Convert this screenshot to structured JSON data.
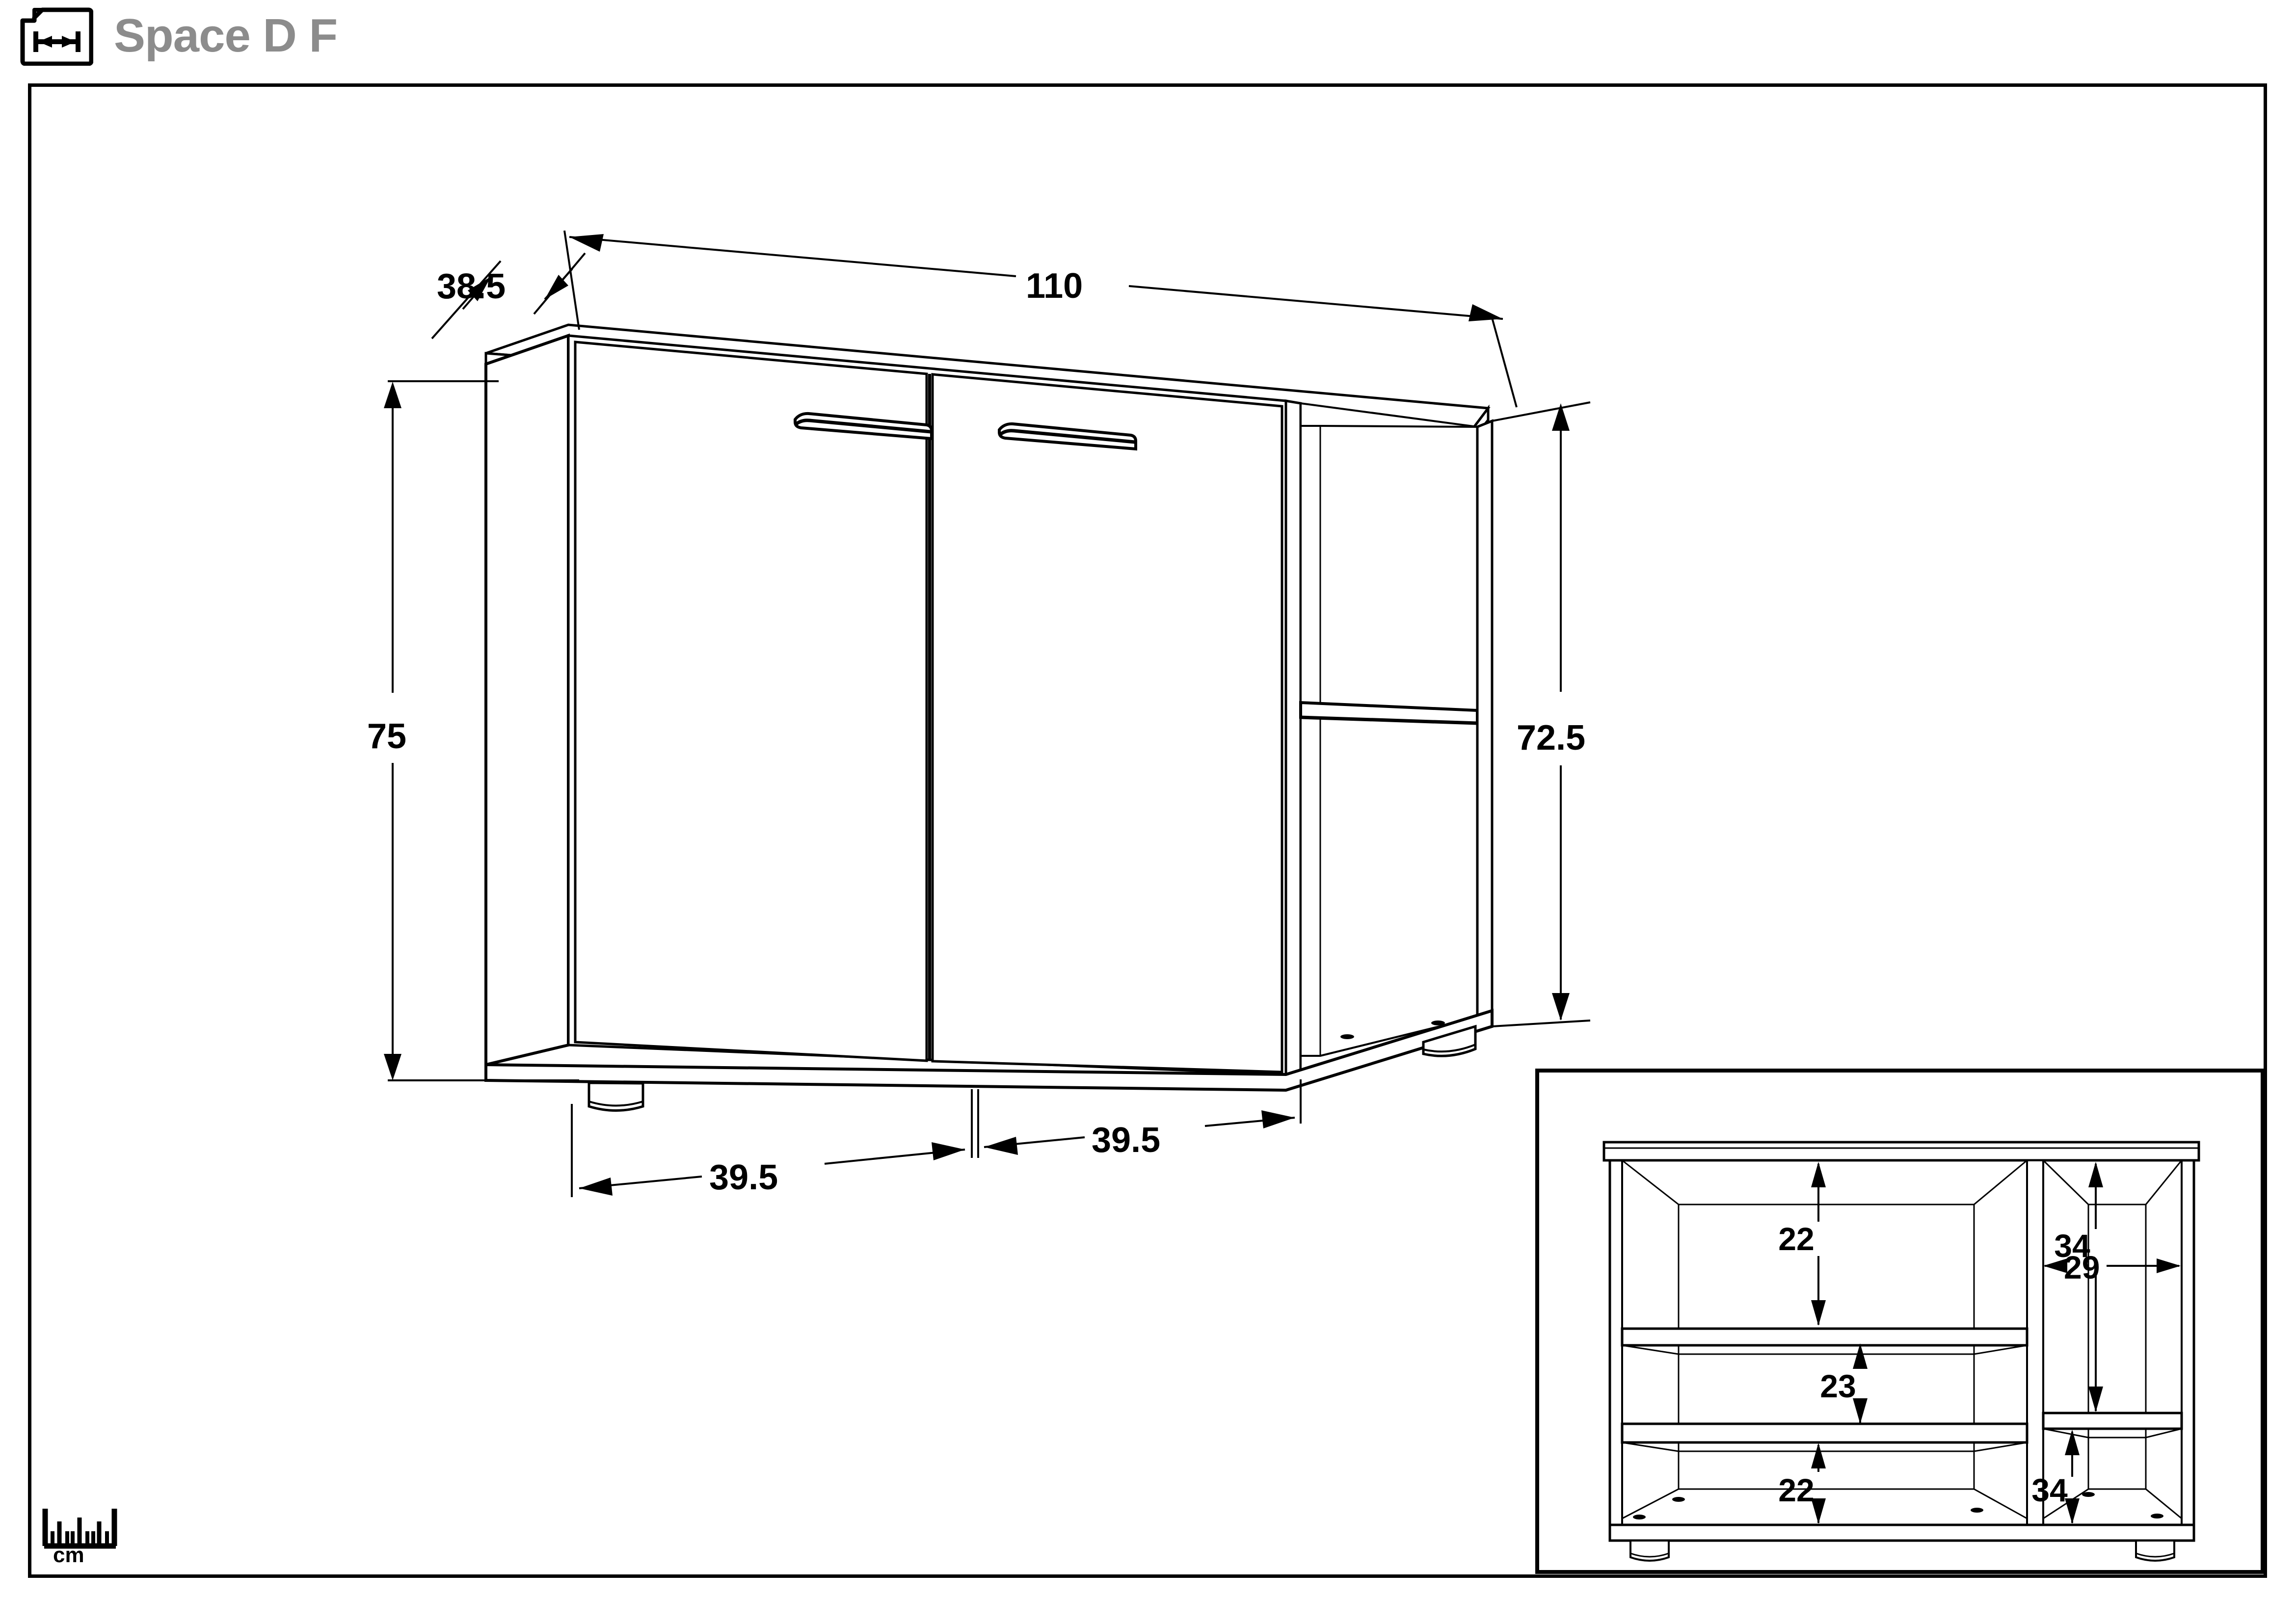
{
  "header": {
    "title": "Space D F",
    "icon": "document-dimension-icon"
  },
  "units": {
    "label": "cm",
    "icon": "ruler-scale-icon"
  },
  "main_view": {
    "name": "sideboard-perspective-view",
    "dimensions": {
      "width": "110",
      "depth": "38.5",
      "height_outer": "75",
      "height_inner": "72.5",
      "door_left_width": "39.5",
      "door_right_width": "39.5"
    },
    "parts": {
      "door_left": "left-door",
      "door_right": "right-door",
      "handle_left": "left-door-handle",
      "handle_right": "right-door-handle",
      "open_compartment": "right-open-compartment",
      "open_shelf": "open-compartment-shelf",
      "foot_left": "front-left-foot",
      "foot_right": "front-right-foot"
    }
  },
  "detail_view": {
    "name": "interior-front-view",
    "dimensions": {
      "left_top_compartment": "22",
      "left_middle_compartment": "23",
      "left_bottom_compartment": "22",
      "right_top_compartment": "34",
      "right_bottom_compartment": "34",
      "right_compartment_width": "29"
    }
  },
  "colors": {
    "line": "#000000",
    "title": "#8c8c8c",
    "background": "#ffffff"
  }
}
